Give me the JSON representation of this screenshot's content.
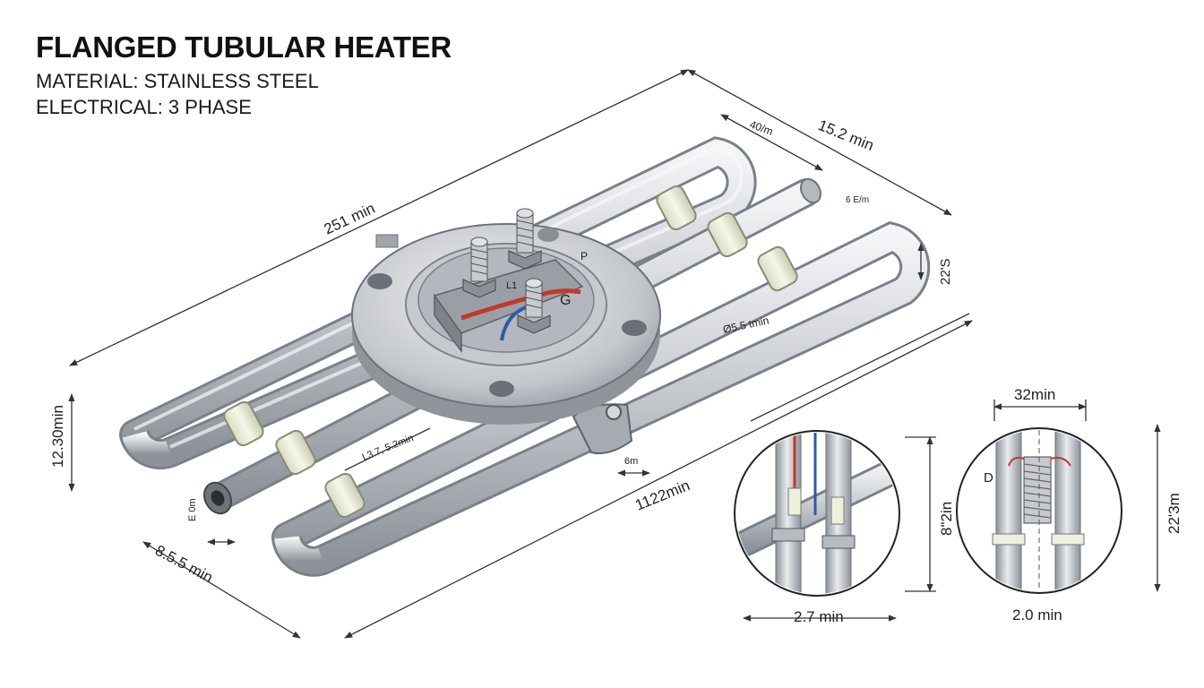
{
  "header": {
    "title": "FLANGED TUBULAR HEATER",
    "material": "MATERIAL: STAINLESS STEEL",
    "electrical": "ELECTRICAL: 3 PHASE"
  },
  "dimensions": {
    "overall_length": "251 min",
    "top_offset": "40/m",
    "top_width": "15.2 min",
    "end_dia": "6 E/m",
    "side_height": "22'S",
    "tube_dia": "Ø5.5 tmin",
    "left_height": "12.30min",
    "inner_spacing": "L3.7, 5.2min",
    "end_small": "E 0m",
    "bottom_left": "8.5.5 min",
    "clamp": "6m",
    "bottom_length": "1122min"
  },
  "terminals": {
    "l1": "L1",
    "ground": "G",
    "p": "P"
  },
  "detail_left": {
    "height": "8\"2in",
    "width": "2.7 min"
  },
  "detail_right": {
    "top": "32min",
    "height": "22'3m",
    "marker": "D",
    "width": "2.0 min"
  },
  "colors": {
    "tube": "#c8cbd0",
    "tube_edge": "#7b8088",
    "insulator": "#eceed9",
    "wire_red": "#c0392b",
    "wire_blue": "#2e5aa8"
  }
}
